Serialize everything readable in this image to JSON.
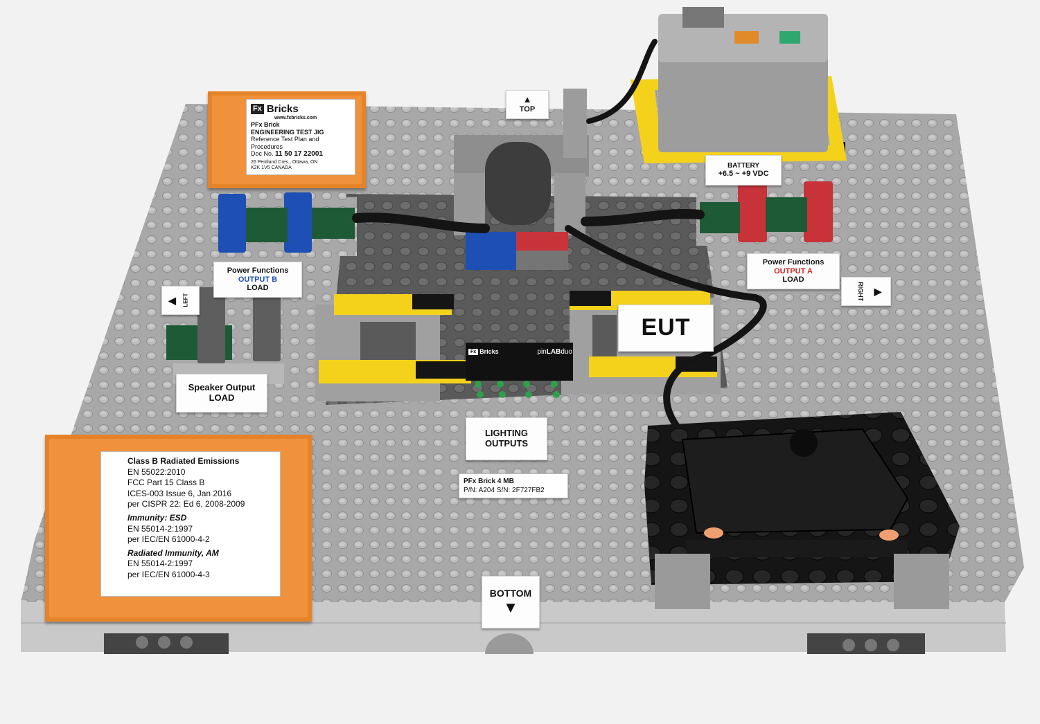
{
  "top_label": {
    "arrow": "▲",
    "text": "TOP"
  },
  "bottom_label": {
    "text": "BOTTOM",
    "arrow": "▼"
  },
  "right_label": {
    "text": "RIGHT",
    "arrow": "▶"
  },
  "left_label": {
    "arrow": "◀",
    "text": "LEFT"
  },
  "info_card": {
    "logo_mark": "Fx",
    "logo_text": "Bricks",
    "website": "www.fxbricks.com",
    "product": "PFx Brick",
    "title": "ENGINEERING TEST JIG",
    "line1": "Reference Test Plan and",
    "line2": "Procedures",
    "doc_prefix": "Doc No.",
    "doc_number": "11 50 17 22001",
    "address1": "26 Pentland Cres., Ottawa, ON",
    "address2": "K2K 1V5  CANADA"
  },
  "battery_label": {
    "title": "BATTERY",
    "range": "+6.5 ~ +9 VDC"
  },
  "output_b": {
    "line1": "Power Functions",
    "line2": "OUTPUT B",
    "line3": "LOAD"
  },
  "output_a": {
    "line1": "Power Functions",
    "line2": "OUTPUT A",
    "line3": "LOAD"
  },
  "eut_label": {
    "text": "EUT"
  },
  "speaker_label": {
    "line1": "Speaker Output",
    "line2": "LOAD"
  },
  "lighting_label": {
    "line1": "LIGHTING",
    "line2": "OUTPUTS"
  },
  "serial_label": {
    "line1": "PFx Brick 4 MB",
    "line2": "P/N: A204  S/N: 2F727FB2"
  },
  "pinlab_board": {
    "logo_mark": "Fx",
    "logo_text": "Bricks",
    "name_pre": "pin",
    "name_bold": "LAB",
    "name_post": "duo"
  },
  "compliance_card": {
    "h1": "Class B Radiated Emissions",
    "l1": "EN 55022:2010",
    "l2": "FCC Part 15 Class B",
    "l3": "ICES-003 Issue 6, Jan 2016",
    "l4": "per CISPR 22: Ed 6, 2008-2009",
    "h2": "Immunity:  ESD",
    "l5": "EN 55014-2:1997",
    "l6": "per IEC/EN 61000-4-2",
    "h3": "Radiated Immunity, AM",
    "l7": "EN 55014-2:1997",
    "l8": "per IEC/EN 61000-4-3"
  },
  "colors": {
    "baseplate": "#a9a9a9",
    "stud": "#bdbdbd",
    "orange_frame": "#f0913c",
    "hazard_yellow": "#f4d21c",
    "brick_blue": "#1e4fb4",
    "brick_red": "#c8333a",
    "pcb_green": "#1f5a37"
  }
}
